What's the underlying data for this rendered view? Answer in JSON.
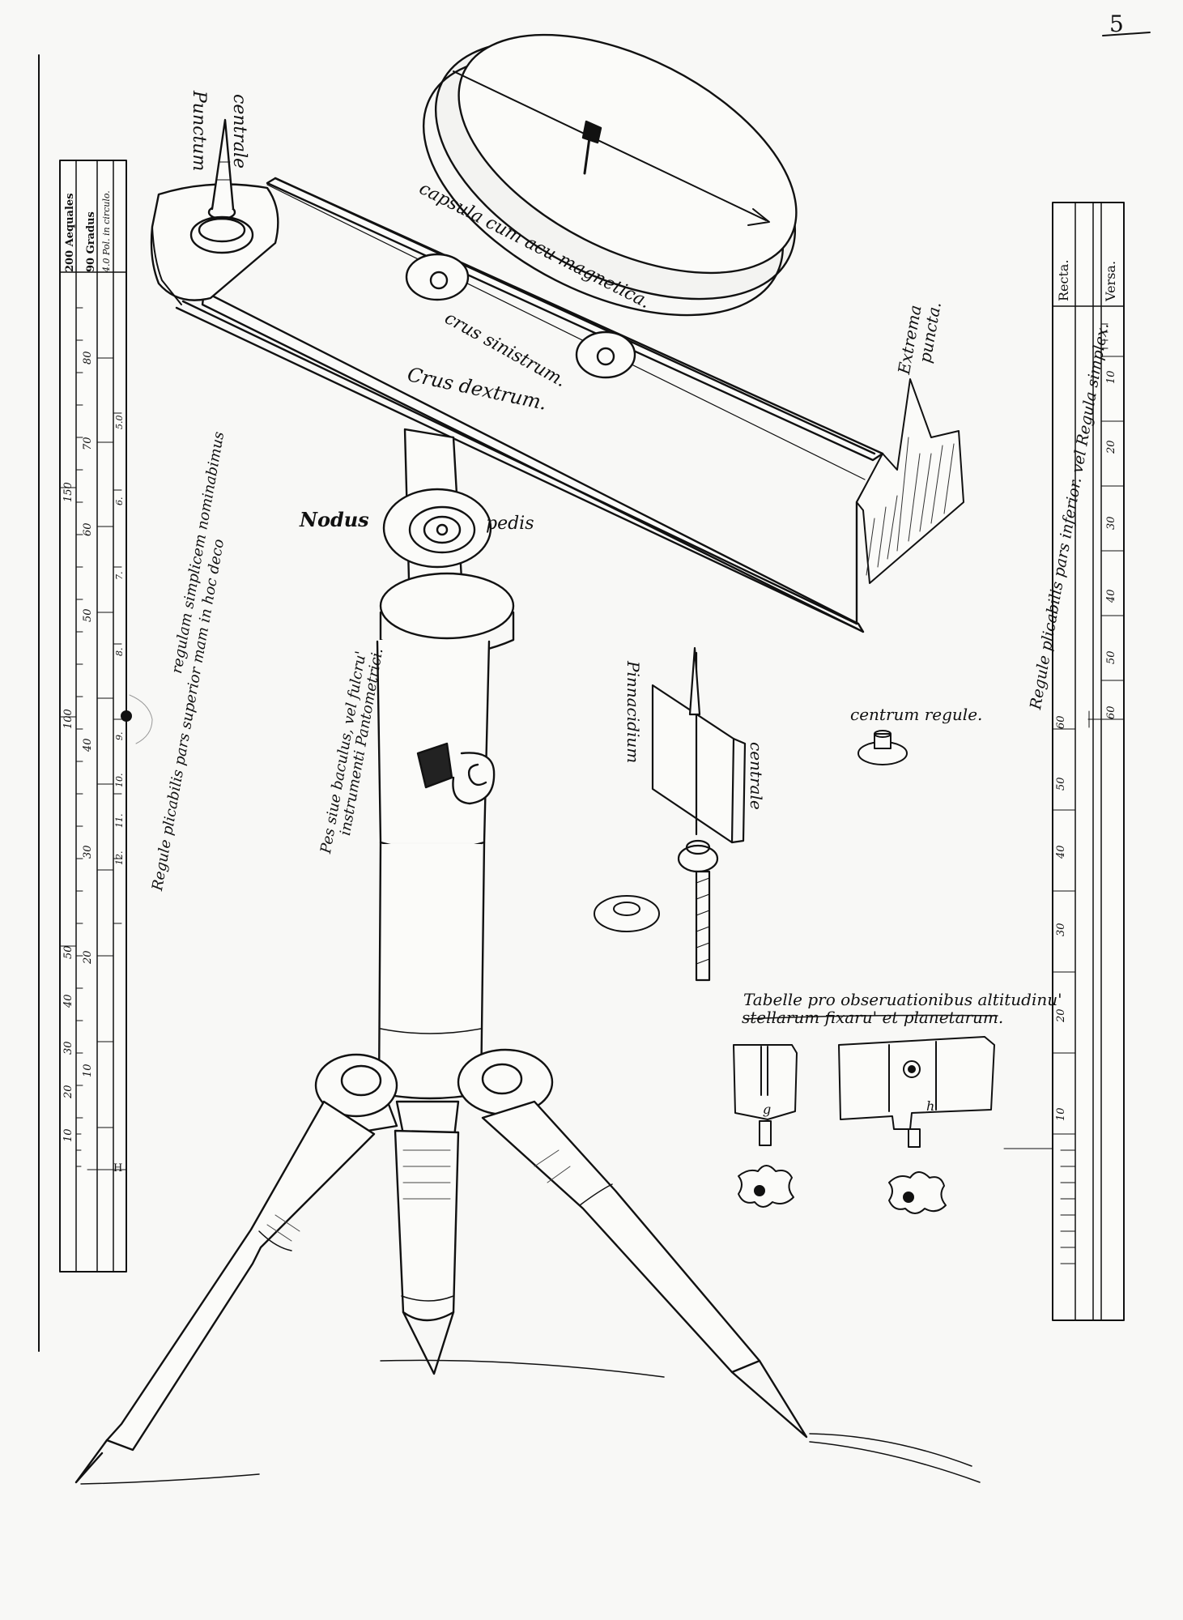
{
  "page_number": "5",
  "labels": {
    "punctum": "Punctum",
    "centrale": "centrale",
    "capsula": "capsula cum acu magnetica.",
    "crus_sinistrum": "crus sinistrum.",
    "crus_dextrum": "Crus dextrum.",
    "extrema": "Extrema",
    "puncta": "puncta.",
    "nodus": "Nodus",
    "pedis": "pedis",
    "pes_line1": "Pes siue baculus, vel fulcru'",
    "pes_line2": "instrumenti Pantometrici.",
    "pinnacidium": "Pinnacidium",
    "pinnacidium_centrale": "centrale",
    "centrum_regule": "centrum regule.",
    "tabelle_line1": "Tabelle pro obseruationibus altitudinu'",
    "tabelle_line2": "stellarum fixaru' et planetarum.",
    "tab_g": "g",
    "tab_h": "h",
    "left_note_line1": "Regule plicabilis pars superior mam in hoc deco",
    "left_note_line2": "regulam simplicem nominabimus",
    "right_note": "Regule plicabilis pars inferior. vel Regula simplex."
  },
  "left_scale": {
    "headers": [
      "200 Aequales",
      "90 Gradus",
      "4.0 Pol. in circulo."
    ],
    "degree_marks": [
      "80",
      "70",
      "60",
      "50",
      "40",
      "30",
      "20",
      "10"
    ],
    "equal_marks": [
      "150",
      "100",
      "50",
      "40",
      "30",
      "20",
      "10"
    ],
    "pol_marks": [
      "5.0",
      "6.",
      "7.",
      "8.",
      "9.",
      "10.",
      "11.",
      "12."
    ],
    "end_mark": "H"
  },
  "right_scale": {
    "headers": [
      "Recta.",
      "Versa."
    ],
    "versa_marks": [
      "10",
      "20",
      "30",
      "40",
      "50",
      "60"
    ],
    "recta_marks": [
      "60",
      "50",
      "40",
      "30",
      "20",
      "10"
    ]
  }
}
